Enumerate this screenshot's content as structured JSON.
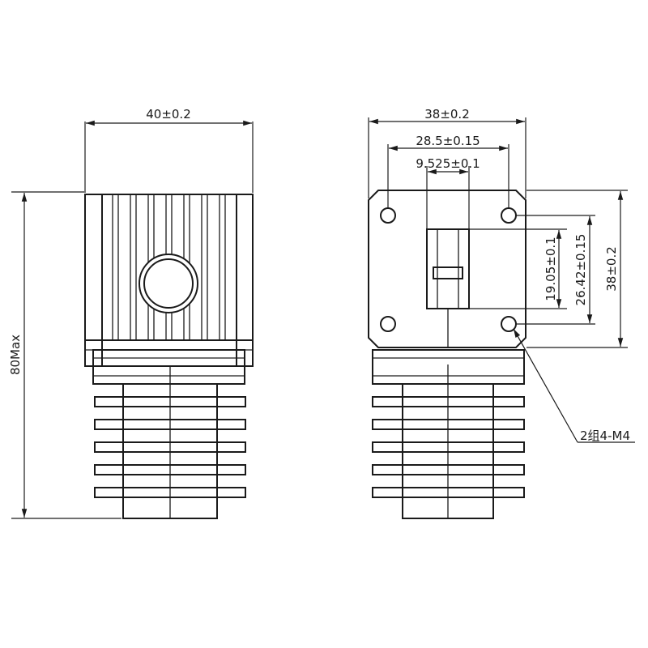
{
  "left_view": {
    "width_dim": "40±0.2",
    "height_dim": "80Max"
  },
  "right_view": {
    "width_dim": "38±0.2",
    "hole_spacing_dim": "28.5±0.15",
    "slot_width_dim": "9.525±0.1",
    "slot_height_dim": "19.05±0.1",
    "hole_vspacing_dim": "26.42±0.15",
    "height_dim": "38±0.2",
    "hole_callout": "2组4-M4"
  }
}
